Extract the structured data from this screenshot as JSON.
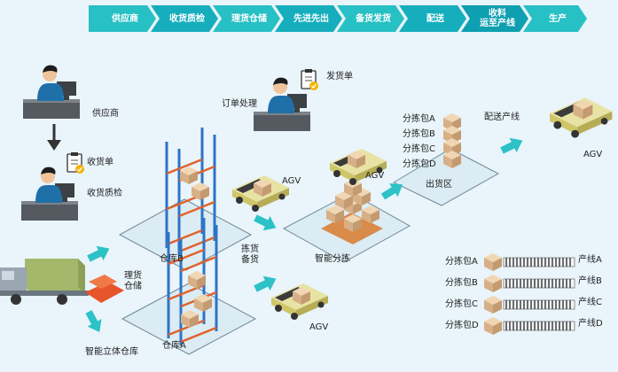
{
  "process_steps": [
    "供应商",
    "收货质检",
    "理货仓储",
    "先进先出",
    "备货发货",
    "配送",
    "收料\n运至产线",
    "生产"
  ],
  "labels": {
    "supplier": "供应商",
    "receipt": "收货单",
    "inspection": "收货质检",
    "order_processing": "订单处理",
    "delivery_note": "发货单",
    "warehouse_b": "仓库B",
    "warehouse_a": "仓库A",
    "tally_storage": "理货\n仓储",
    "smart_warehouse": "智能立体仓库",
    "agv_top": "AGV",
    "agv_mid": "AGV",
    "agv_bottom": "AGV",
    "agv_right": "AGV",
    "picking_stocking": "拣货\n备货",
    "smart_sorting": "智能分拣",
    "shipping_area": "出货区",
    "delivery_line": "配送产线"
  },
  "pick_packs": [
    "分拣包A",
    "分拣包B",
    "分拣包C",
    "分拣包D"
  ],
  "conveyors": [
    {
      "pack": "分拣包A",
      "line": "产线A"
    },
    {
      "pack": "分拣包B",
      "line": "产线B"
    },
    {
      "pack": "分拣包C",
      "line": "产线C"
    },
    {
      "pack": "分拣包D",
      "line": "产线D"
    }
  ],
  "colors": {
    "teal": "#1fb5bd",
    "step_light": "#27c0c4",
    "step_dark": "#0e9fb0",
    "arrow": "#2cc2c6",
    "floor": "#dcecf4",
    "floor_border": "#6f8a98",
    "box": "#e6c59c",
    "agv": "#d9d17a",
    "rack": "#2c74c7"
  }
}
